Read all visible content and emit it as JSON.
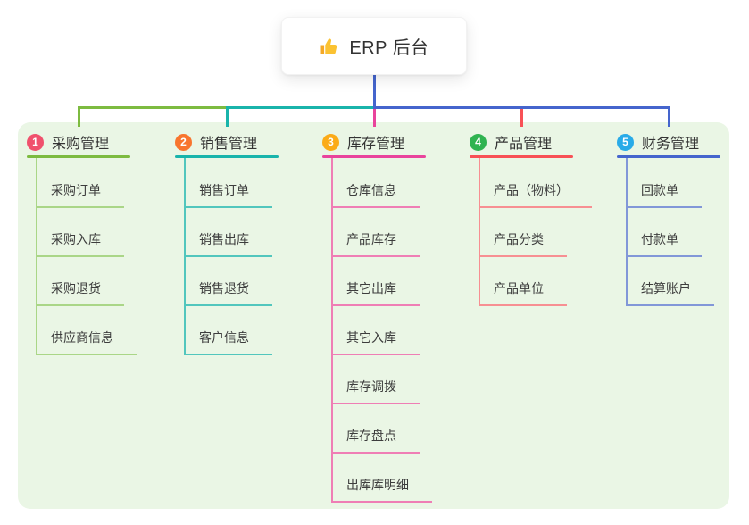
{
  "root": {
    "label": "ERP 后台",
    "icon": "thumbs-up-icon"
  },
  "colors": {
    "panel_background": "#eaf6e5",
    "root_connector": "#4565cd",
    "text_dark": "#333333"
  },
  "branches": [
    {
      "number": "1",
      "label": "采购管理",
      "badge_color": "#f0516d",
      "line_color": "#7dbb40",
      "child_line_color": "#aad687",
      "children": [
        "采购订单",
        "采购入库",
        "采购退货",
        "供应商信息"
      ]
    },
    {
      "number": "2",
      "label": "销售管理",
      "badge_color": "#f8752e",
      "line_color": "#19b4ab",
      "child_line_color": "#52c6bd",
      "children": [
        "销售订单",
        "销售出库",
        "销售退货",
        "客户信息"
      ]
    },
    {
      "number": "3",
      "label": "库存管理",
      "badge_color": "#fbab18",
      "line_color": "#e9449c",
      "child_line_color": "#ef7eb5",
      "children": [
        "仓库信息",
        "产品库存",
        "其它出库",
        "其它入库",
        "库存调拨",
        "库存盘点",
        "出库库明细"
      ]
    },
    {
      "number": "4",
      "label": "产品管理",
      "badge_color": "#2fb350",
      "line_color": "#f85156",
      "child_line_color": "#f78f92",
      "children": [
        "产品（物料）",
        "产品分类",
        "产品单位"
      ]
    },
    {
      "number": "5",
      "label": "财务管理",
      "badge_color": "#29abe8",
      "line_color": "#4565cd",
      "child_line_color": "#8297d8",
      "children": [
        "回款单",
        "付款单",
        "结算账户"
      ]
    }
  ]
}
